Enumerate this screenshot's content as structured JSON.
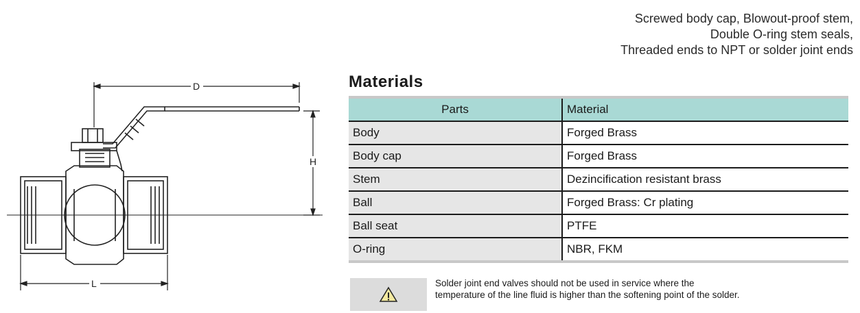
{
  "features": {
    "line1": "Screwed body cap, Blowout-proof stem,",
    "line2": "Double O-ring stem seals,",
    "line3": "Threaded ends to NPT or solder joint ends"
  },
  "materials": {
    "title": "Materials",
    "header": {
      "parts": "Parts",
      "material": "Material"
    },
    "rows": [
      {
        "part": "Body",
        "material": "Forged Brass"
      },
      {
        "part": "Body cap",
        "material": "Forged Brass"
      },
      {
        "part": "Stem",
        "material": "Dezincification resistant brass"
      },
      {
        "part": "Ball",
        "material": "Forged Brass: Cr plating"
      },
      {
        "part": "Ball seat",
        "material": "PTFE"
      },
      {
        "part": "O-ring",
        "material": "NBR, FKM"
      }
    ]
  },
  "warning": {
    "icon": "warning-triangle-icon",
    "line1": "Solder joint end valves should not be used in service where the",
    "line2": "temperature of the line fluid is higher than the softening point of the solder."
  },
  "drawing": {
    "label_d": "D",
    "label_h": "H",
    "label_l": "L"
  },
  "colors": {
    "header_bg": "#a9d9d5",
    "part_bg": "#e6e6e6",
    "note_bg": "#dcdcdc"
  }
}
